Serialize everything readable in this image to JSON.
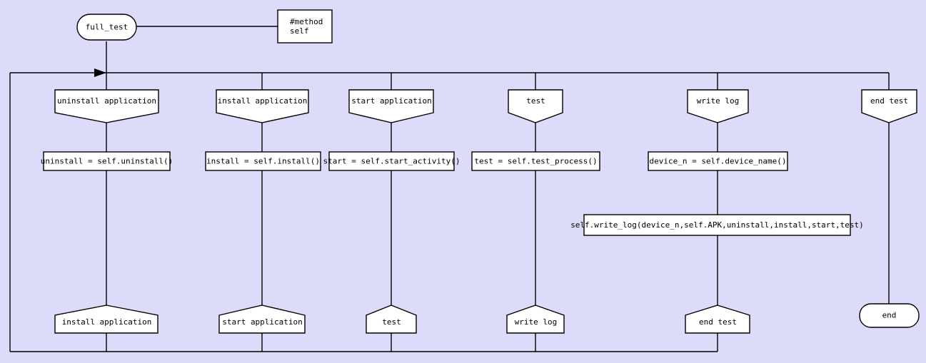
{
  "diagram": {
    "type": "flowchart",
    "title": "full_test",
    "background_color": "#dcdcfa",
    "node_fill_color": "#ffffff",
    "line_color": "#000000",
    "start": {
      "label": "full_test",
      "shape": "stadium"
    },
    "note": {
      "line1": "#method",
      "line2": "self",
      "shape": "rectangle"
    },
    "end": {
      "label": "end",
      "shape": "stadium"
    },
    "columns": [
      {
        "id": "col-uninstall",
        "top_label": "uninstall application",
        "action_label": "uninstall = self.uninstall()",
        "bottom_label": "install application"
      },
      {
        "id": "col-install",
        "top_label": "install application",
        "action_label": "install = self.install()",
        "bottom_label": "start application"
      },
      {
        "id": "col-start",
        "top_label": "start application",
        "action_label": "start = self.start_activity()",
        "bottom_label": "test"
      },
      {
        "id": "col-test",
        "top_label": "test",
        "action_label": "test = self.test_process()",
        "bottom_label": "write log"
      },
      {
        "id": "col-writelog",
        "top_label": "write log",
        "action_label": "device_n = self.device_name()",
        "extra_action_label": "self.write_log(device_n,self.APK,uninstall,install,start,test)",
        "bottom_label": "end test"
      },
      {
        "id": "col-endtest",
        "top_label": "end test",
        "action_label": "",
        "bottom_label": "end"
      }
    ]
  }
}
